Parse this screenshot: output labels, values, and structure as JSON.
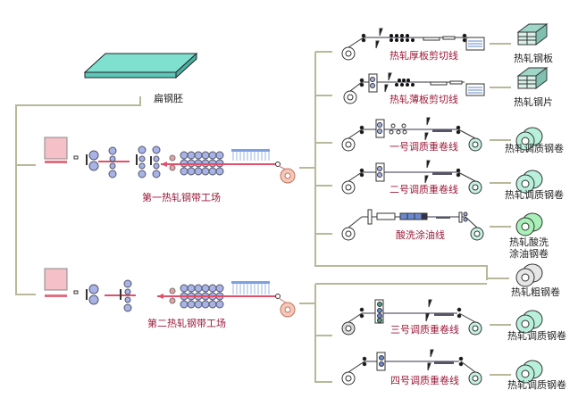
{
  "source": {
    "label": "扁钢胚"
  },
  "mills": [
    {
      "label": "第一热轧钢带工场"
    },
    {
      "label": "第二热轧钢带工场"
    }
  ],
  "lines": [
    {
      "label": "热轧厚板剪切线",
      "product": "热轧钢板"
    },
    {
      "label": "热轧薄板剪切线",
      "product": "热轧钢片"
    },
    {
      "label": "一号调质重卷线",
      "product": "热轧调质钢卷"
    },
    {
      "label": "二号调质重卷线",
      "product": "热轧调质钢卷"
    },
    {
      "label": "酸洗涂油线",
      "product": "热轧酸洗\n涂油钢卷"
    },
    {
      "label": "",
      "product": "热轧粗钢卷"
    },
    {
      "label": "三号调质重卷线",
      "product": "热轧调质钢卷"
    },
    {
      "label": "四号调质重卷线",
      "product": "热轧调质钢卷"
    }
  ],
  "colors": {
    "connector": "#b8b89a",
    "slab": "#7fe0d0",
    "furnace": "#f5c0c8",
    "roll": "#a8b4e8",
    "strip": "#e0506a",
    "label_red": "#9b1b3a",
    "coil_green": "#aef0d8"
  }
}
